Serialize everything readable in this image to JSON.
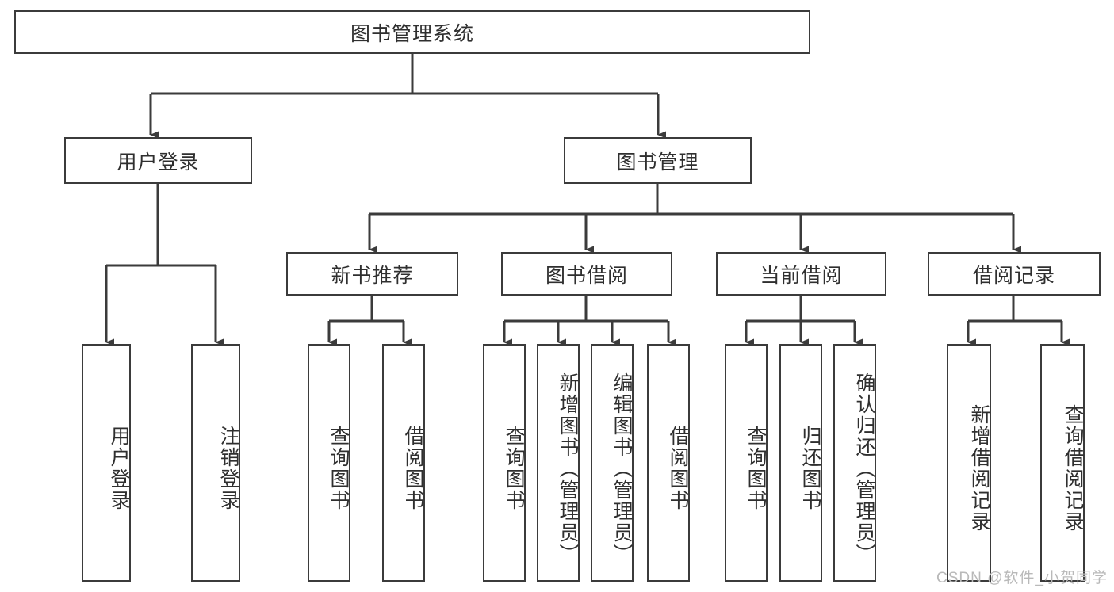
{
  "diagram": {
    "type": "tree",
    "title": "图书管理系统",
    "watermark": "CSDN @软件_小贺同学",
    "colors": {
      "stroke": "#3b3b3b",
      "text": "#2f2f2f",
      "background": "#ffffff",
      "watermark": "#b9b9b9"
    },
    "levels": [
      {
        "level": 1,
        "labels": [
          "图书管理系统"
        ]
      },
      {
        "level": 2,
        "labels": [
          "用户登录",
          "图书管理"
        ]
      },
      {
        "level": 3,
        "labels": [
          "新书推荐",
          "图书借阅",
          "当前借阅",
          "借阅记录"
        ]
      },
      {
        "level": 4,
        "labels": [
          "用户登录",
          "注销登录",
          "查询图书",
          "借阅图书",
          "查询图书",
          "新增图书（管理员）",
          "编辑图书（管理员）",
          "借阅图书",
          "查询图书",
          "归还图书",
          "确认归还（管理员）",
          "新增借阅记录",
          "查询借阅记录"
        ]
      }
    ],
    "nodes": {
      "root": {
        "label": "图书管理系统"
      },
      "user_login": {
        "label": "用户登录"
      },
      "book_manage": {
        "label": "图书管理"
      },
      "new_book_rec": {
        "label": "新书推荐"
      },
      "book_borrow": {
        "label": "图书借阅"
      },
      "current_borrow": {
        "label": "当前借阅"
      },
      "borrow_record": {
        "label": "借阅记录"
      },
      "leaf_user_login": {
        "label": "用户登录"
      },
      "leaf_logout": {
        "label": "注销登录"
      },
      "leaf_query_book_1": {
        "label": "查询图书"
      },
      "leaf_borrow_book_1": {
        "label": "借阅图书"
      },
      "leaf_query_book_2": {
        "label": "查询图书"
      },
      "leaf_add_book_admin": {
        "label": "新增图书（管理员）"
      },
      "leaf_edit_book_admin": {
        "label": "编辑图书（管理员）"
      },
      "leaf_borrow_book_2": {
        "label": "借阅图书"
      },
      "leaf_query_book_3": {
        "label": "查询图书"
      },
      "leaf_return_book": {
        "label": "归还图书"
      },
      "leaf_confirm_return_admin": {
        "label": "确认归还（管理员）"
      },
      "leaf_add_borrow_record": {
        "label": "新增借阅记录"
      },
      "leaf_query_borrow_record": {
        "label": "查询借阅记录"
      }
    },
    "edges": [
      {
        "from": "root",
        "to": "user_login"
      },
      {
        "from": "root",
        "to": "book_manage"
      },
      {
        "from": "user_login",
        "to": "leaf_user_login"
      },
      {
        "from": "user_login",
        "to": "leaf_logout"
      },
      {
        "from": "book_manage",
        "to": "new_book_rec"
      },
      {
        "from": "book_manage",
        "to": "book_borrow"
      },
      {
        "from": "book_manage",
        "to": "current_borrow"
      },
      {
        "from": "book_manage",
        "to": "borrow_record"
      },
      {
        "from": "new_book_rec",
        "to": "leaf_query_book_1"
      },
      {
        "from": "new_book_rec",
        "to": "leaf_borrow_book_1"
      },
      {
        "from": "book_borrow",
        "to": "leaf_query_book_2"
      },
      {
        "from": "book_borrow",
        "to": "leaf_add_book_admin"
      },
      {
        "from": "book_borrow",
        "to": "leaf_edit_book_admin"
      },
      {
        "from": "book_borrow",
        "to": "leaf_borrow_book_2"
      },
      {
        "from": "current_borrow",
        "to": "leaf_query_book_3"
      },
      {
        "from": "current_borrow",
        "to": "leaf_return_book"
      },
      {
        "from": "current_borrow",
        "to": "leaf_confirm_return_admin"
      },
      {
        "from": "borrow_record",
        "to": "leaf_add_borrow_record"
      },
      {
        "from": "borrow_record",
        "to": "leaf_query_borrow_record"
      }
    ]
  }
}
